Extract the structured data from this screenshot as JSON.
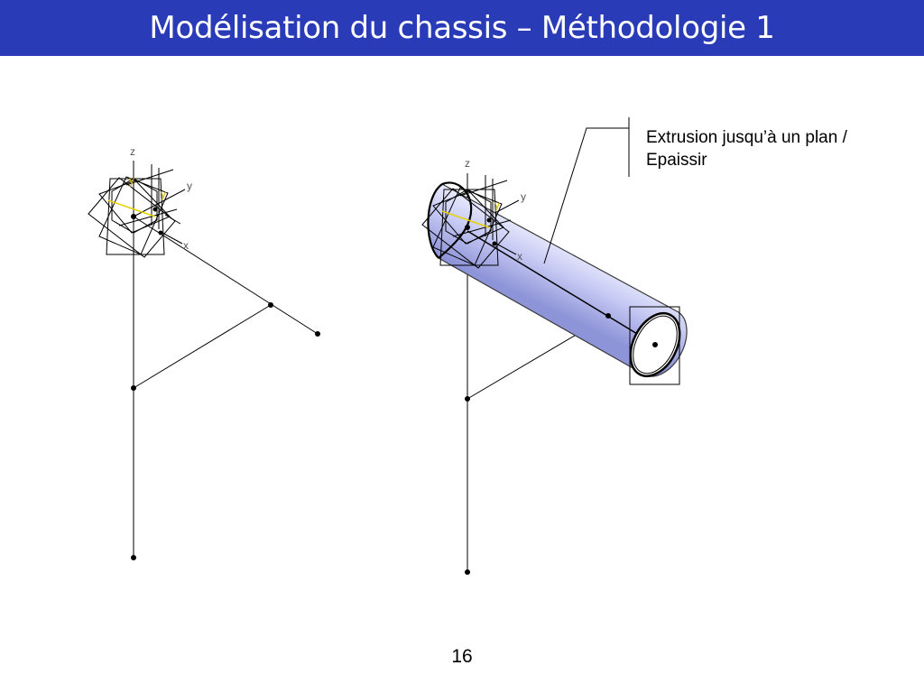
{
  "slide": {
    "title": "Modélisation du chassis – Méthodologie 1",
    "callout": "Extrusion jusqu’à un plan / Epaissir",
    "page_number": "16"
  },
  "axes": {
    "z": "z",
    "y": "y",
    "x": "x"
  },
  "colors": {
    "title_bar": "#2a3bb8",
    "tube_fill": "#c4c8f2",
    "axis_highlight": "#e6d200"
  }
}
